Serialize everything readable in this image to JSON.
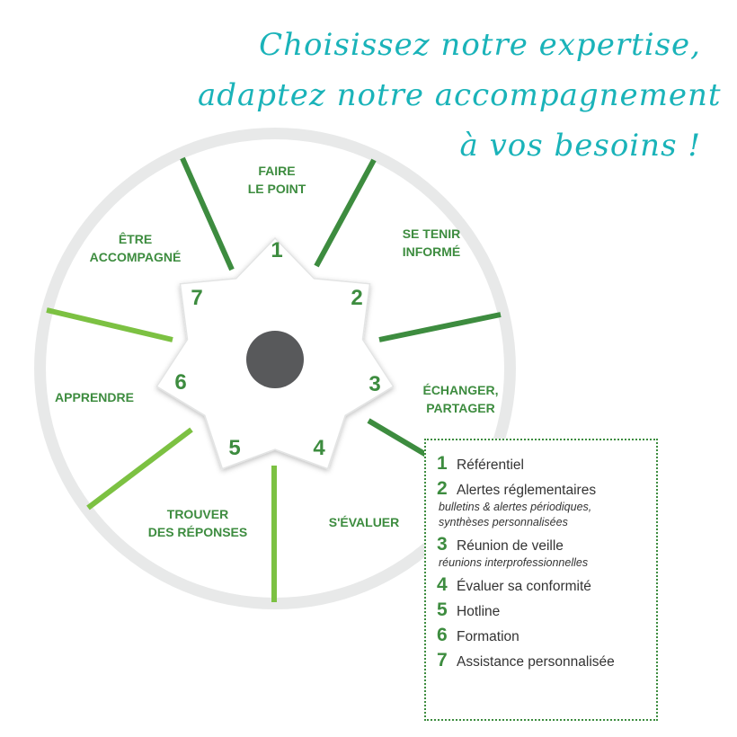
{
  "headline": {
    "line1": "Choisissez notre expertise,",
    "line2": "adaptez notre accompagnement",
    "line3": "à vos besoins !"
  },
  "colors": {
    "dark_green": "#3d8c3f",
    "light_green": "#7cc142",
    "teal": "#1ab3b9",
    "hub": "#58595b",
    "ring": "#e8e9e9"
  },
  "wheel": {
    "segments": [
      {
        "id": "faire-le-point",
        "lines": [
          "Faire",
          "le point"
        ]
      },
      {
        "id": "se-tenir-informe",
        "lines": [
          "Se tenir",
          "informé"
        ]
      },
      {
        "id": "echanger-partager",
        "lines": [
          "Échanger,",
          "partager"
        ]
      },
      {
        "id": "s-evaluer",
        "lines": [
          "S'évaluer"
        ]
      },
      {
        "id": "trouver-des-reponses",
        "lines": [
          "Trouver",
          "des réponses"
        ]
      },
      {
        "id": "apprendre",
        "lines": [
          "Apprendre"
        ]
      },
      {
        "id": "etre-accompagne",
        "lines": [
          "Être",
          "accompagné"
        ]
      }
    ],
    "numbers": [
      "1",
      "2",
      "3",
      "4",
      "5",
      "6",
      "7"
    ]
  },
  "legend": {
    "items": [
      {
        "num": "1",
        "label": "Référentiel"
      },
      {
        "num": "2",
        "label": "Alertes réglementaires",
        "sub": [
          "bulletins & alertes périodiques,",
          "synthèses personnalisées"
        ]
      },
      {
        "num": "3",
        "label": "Réunion de veille",
        "sub": [
          "réunions interprofessionnelles"
        ]
      },
      {
        "num": "4",
        "label": "Évaluer sa conformité"
      },
      {
        "num": "5",
        "label": "Hotline"
      },
      {
        "num": "6",
        "label": "Formation"
      },
      {
        "num": "7",
        "label": "Assistance personnalisée"
      }
    ]
  }
}
